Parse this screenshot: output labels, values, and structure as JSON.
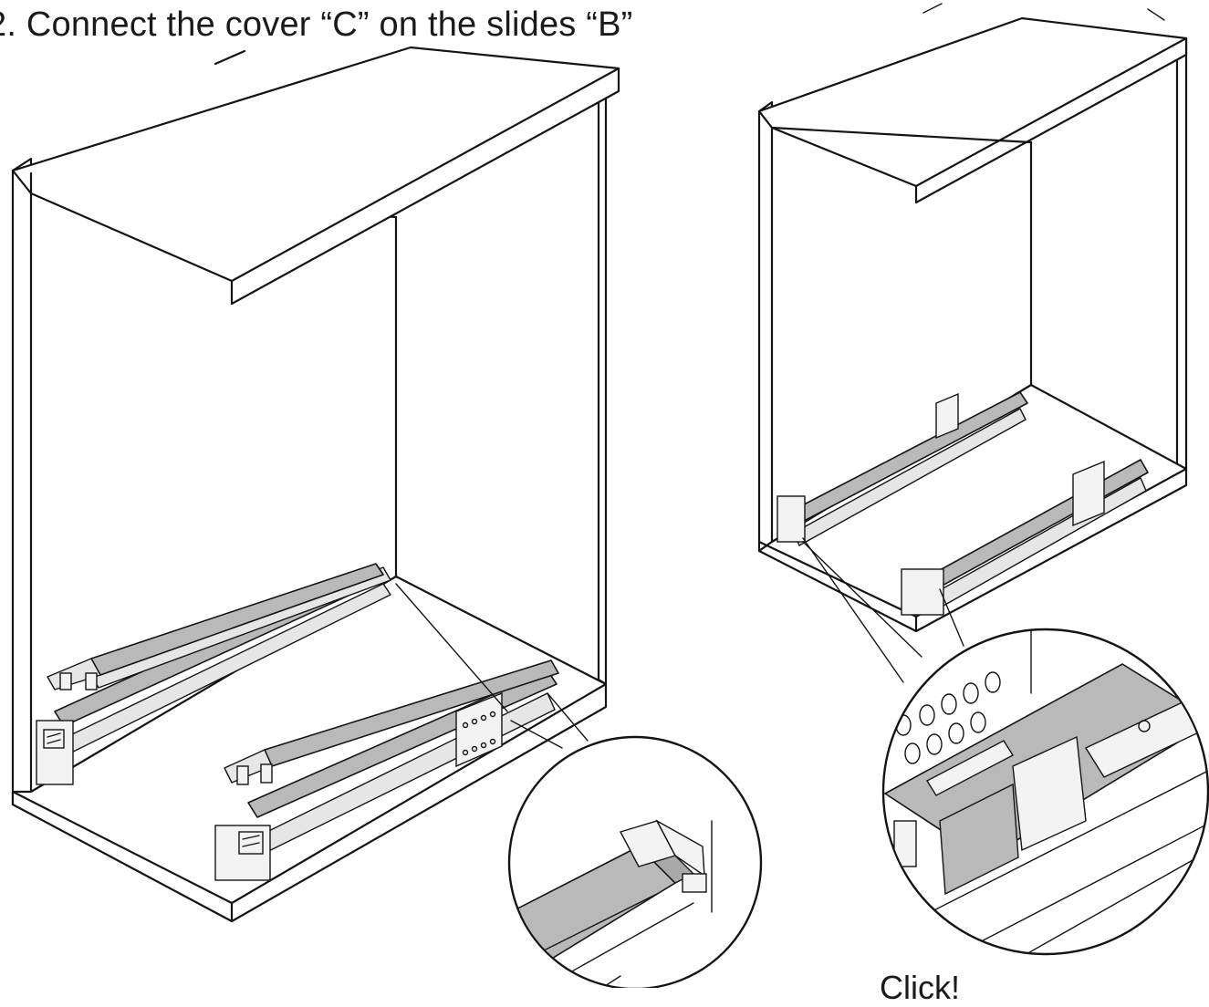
{
  "instruction": {
    "step_text": "2. Connect the cover “C” on the slides “B”"
  },
  "callouts": {
    "click_text": "Click!"
  },
  "figures": [
    {
      "id": "cabinet-left",
      "depicts": "cabinet with slides and covers being placed"
    },
    {
      "id": "cabinet-right",
      "depicts": "cabinet with covers connected on slides"
    }
  ]
}
